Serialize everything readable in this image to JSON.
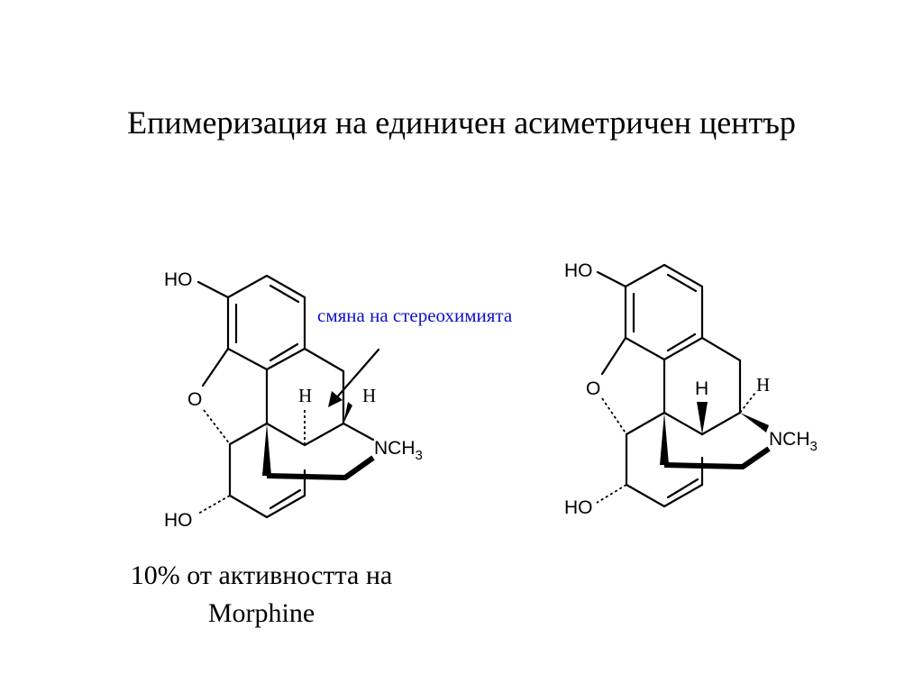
{
  "slide": {
    "title": "Епимеризация на единичен асиметричен център",
    "annotation": "смяна на стереохимията",
    "caption_line1": "10% от активността на",
    "caption_line2": "Morphine"
  },
  "labels": {
    "hydroxyl_top": "HO",
    "hydroxyl_bottom": "HO",
    "oxygen": "O",
    "hydrogen": "H",
    "amine": "NCH",
    "amine_subscript": "3"
  },
  "colors": {
    "annotation_text": "#1010cc",
    "ink": "#000000",
    "background": "#ffffff"
  }
}
